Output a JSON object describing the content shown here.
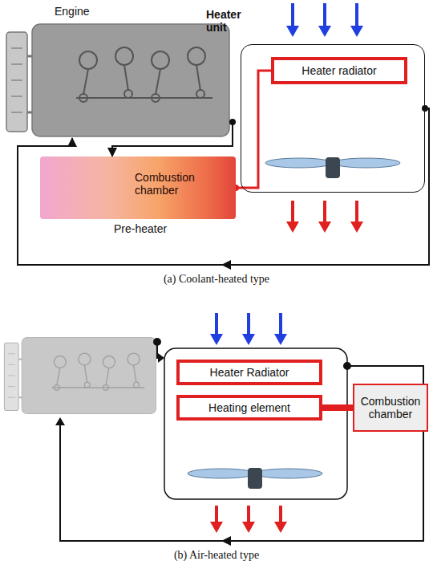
{
  "diagram": {
    "nodes": [
      {
        "text": [
          "Engine"
        ]
      },
      {
        "text": [
          "Heater unit"
        ]
      },
      {
        "text": [
          "Heater radiator"
        ],
        "in": 1
      },
      {
        "text": [
          "Combustion chamber",
          "Pre-heater"
        ]
      },
      {
        "text": [
          "Heater Radiator"
        ]
      },
      {
        "text": [
          "Heating element"
        ]
      },
      {
        "text": [
          "Combustion chamber"
        ]
      }
    ],
    "edges": [
      {
        "from": 0,
        "to": 3,
        "arrow": "to"
      },
      {
        "from": 3,
        "to": 2,
        "arrow": "none"
      },
      {
        "from": 1,
        "to": 0,
        "arrow": "to"
      },
      {
        "from": 6,
        "to": 5,
        "arrow": "none"
      }
    ],
    "labels": [
      "(a) Coolant-heated type",
      "(b) Air-heated type"
    ]
  }
}
